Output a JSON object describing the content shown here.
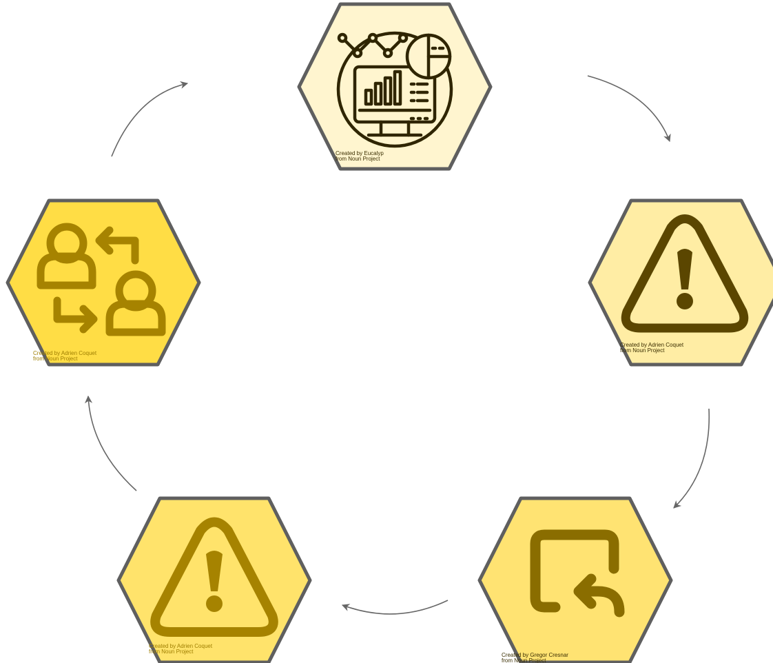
{
  "colors": {
    "hex_stroke": "#5f5f5f",
    "arrow": "#666666",
    "node_analytics_fill": "#fff5cf",
    "node_warning_right_fill": "#ffeda4",
    "node_return_fill": "#ffe372",
    "node_warning_left_fill": "#ffe36b",
    "node_exchange_fill": "#ffdd45",
    "icon_dark": "#2f2500",
    "icon_brown": "#5b4600",
    "icon_olive": "#8a6d00",
    "icon_gold": "#a68300",
    "credit_dark": "#3a2e00",
    "credit_gold": "#9e7e00"
  },
  "nodes": [
    {
      "key": "analytics",
      "icon": "analytics-dashboard-icon",
      "credit_line1": "Created by Eucalyp",
      "credit_line2": "from Noun Project"
    },
    {
      "key": "warning_right",
      "icon": "warning-triangle-icon",
      "credit_line1": "Created by Adrien Coquet",
      "credit_line2": "from Noun Project"
    },
    {
      "key": "return",
      "icon": "return-arrow-icon",
      "credit_line1": "Created by Gregor Cresnar",
      "credit_line2": "from Noun Project"
    },
    {
      "key": "warning_left",
      "icon": "warning-triangle-icon",
      "credit_line1": "Created by Adrien Coquet",
      "credit_line2": "from Noun Project"
    },
    {
      "key": "exchange",
      "icon": "user-exchange-icon",
      "credit_line1": "Created by Adrien Coquet",
      "credit_line2": "from Noun Project"
    }
  ]
}
